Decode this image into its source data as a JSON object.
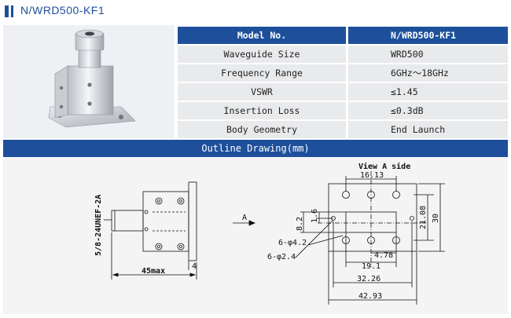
{
  "header": {
    "title": "N/WRD500-KF1",
    "accent": "#1d4f9b"
  },
  "spec": {
    "head": {
      "key": "Model No.",
      "value": "N/WRD500-KF1"
    },
    "rows": [
      {
        "key": "Waveguide Size",
        "value": "WRD500"
      },
      {
        "key": "Frequency Range",
        "value": "6GHz～18GHz"
      },
      {
        "key": "VSWR",
        "value": "≤1.45"
      },
      {
        "key": "Insertion Loss",
        "value": "≤0.3dB"
      },
      {
        "key": "Body Geometry",
        "value": "End Launch"
      }
    ]
  },
  "outline": {
    "title": "Outline Drawing(mm)"
  },
  "drawing": {
    "view_label": "View A side",
    "arrow_label": "A",
    "thread": "5/8-24UNEF-2A",
    "dims": {
      "length": "45max",
      "flange": "4",
      "d1613": "16.13",
      "d82": "8.2",
      "d16": "1.6",
      "d2108": "21.08",
      "d30": "30",
      "hole1": "6-φ4.2",
      "hole2": "6-φ2.4",
      "d478": "4.78",
      "d191": "19.1",
      "d3226": "32.26",
      "d4293": "42.93"
    }
  }
}
